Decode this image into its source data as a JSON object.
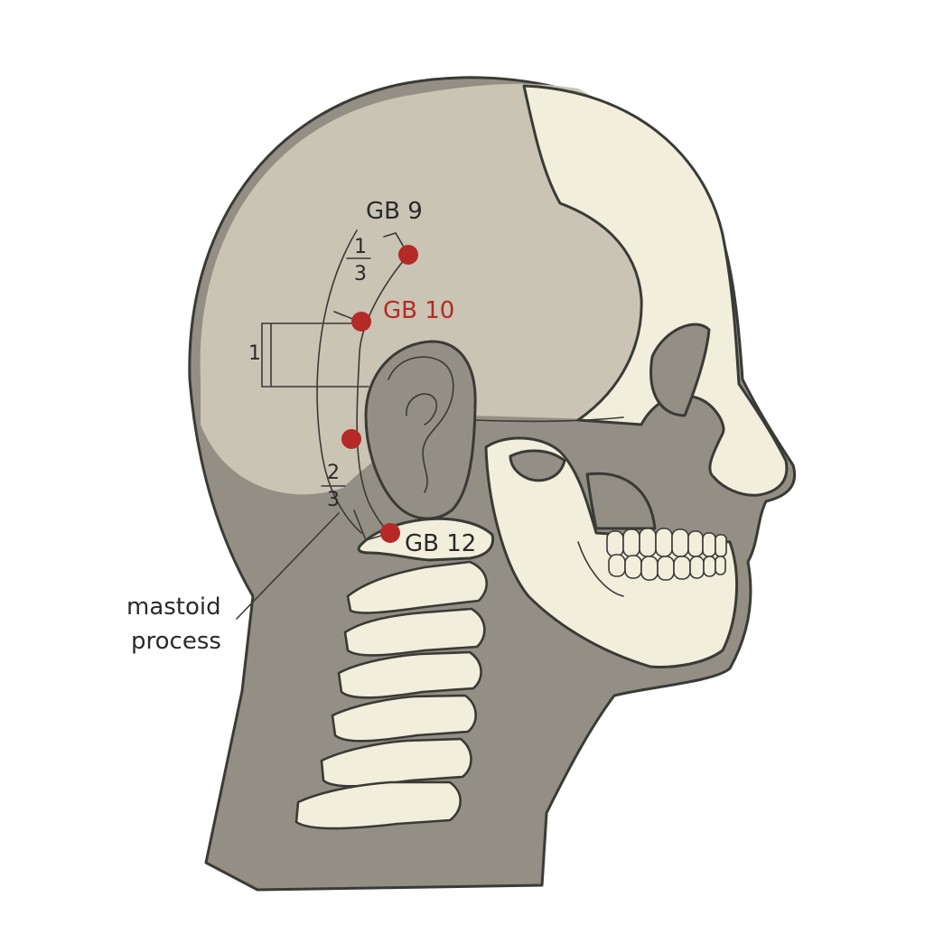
{
  "labels": {
    "gb9": "GB 9",
    "gb10": "GB 10",
    "gb12": "GB 12",
    "frac_one_third_num": "1",
    "frac_one_third_den": "3",
    "frac_two_thirds_num": "2",
    "frac_two_thirds_den": "3",
    "unit_measure": "1",
    "mastoid_line1": "mastoid",
    "mastoid_line2": "process"
  },
  "colors": {
    "skin": "#938f84",
    "skull": "#c9c4b4",
    "bone": "#f1eedc",
    "outline": "#3a3a36",
    "point": "#b52a26",
    "highlight_label": "#b52a26"
  }
}
